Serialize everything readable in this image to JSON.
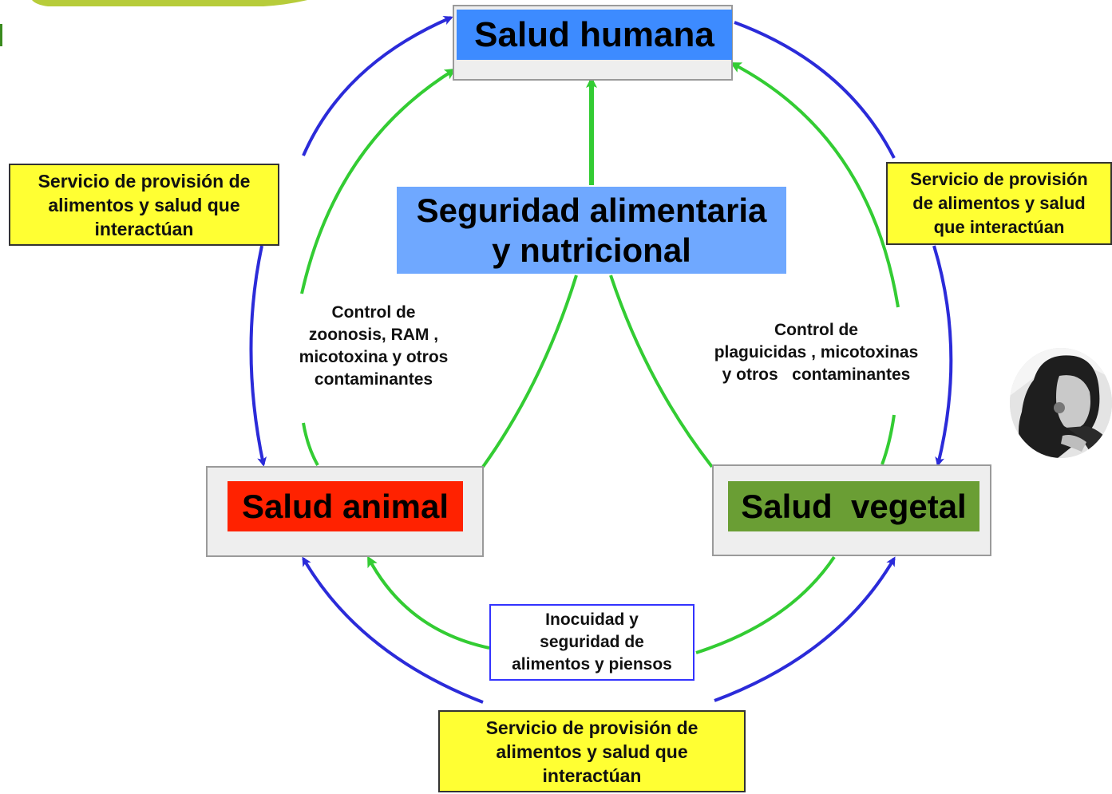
{
  "colors": {
    "blue_arrow": "#2b2bd9",
    "green_arrow": "#33cc33",
    "salud_humana_bg": "#3d8bff",
    "seguridad_bg": "#6fa8ff",
    "salud_animal_bg": "#ff2200",
    "salud_vegetal_bg": "#6a9e34",
    "yellow_box": "#ffff33",
    "top_banner": "#b7cc3a"
  },
  "nodes": {
    "salud_humana": "Salud humana",
    "seguridad": [
      "Seguridad  alimentaria",
      "y nutricional"
    ],
    "salud_animal": "Salud animal",
    "salud_vegetal": "Salud  vegetal"
  },
  "yellow_boxes": {
    "left": [
      "Servicio de provisión de",
      "alimentos  y salud que",
      "interactúan"
    ],
    "right": [
      "Servicio de provisión",
      "de alimentos  y salud",
      "que interactúan"
    ],
    "bottom": [
      "Servicio de provisión de",
      "alimentos  y salud que",
      "interactúan"
    ]
  },
  "labels": {
    "left_control": [
      "Control de",
      "zoonosis, RAM  ,",
      "micotoxina y otros",
      "contaminantes"
    ],
    "right_control": [
      "Control de",
      "plaguicidas  , micotoxinas",
      "y otros   contaminantes"
    ],
    "inocuidad": [
      "Inocuidad y",
      "seguridad de",
      "alimentos y piensos"
    ]
  },
  "icons": {
    "avatar": "presenter-photo-icon"
  }
}
